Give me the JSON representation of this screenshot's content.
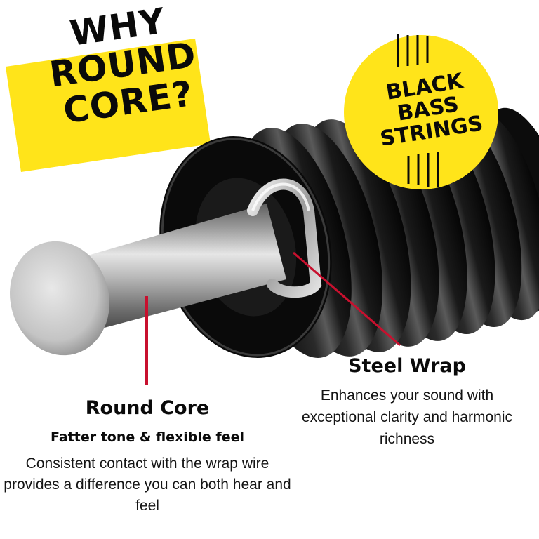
{
  "headline": {
    "lines": [
      "WHY",
      "ROUND",
      "CORE?"
    ]
  },
  "badge": {
    "lines": [
      "BLACK",
      "BASS",
      "STRINGS"
    ]
  },
  "callouts": {
    "round_core": {
      "title": "Round Core",
      "subtitle": "Fatter tone & flexible feel",
      "body": "Consistent contact with the wrap wire provides a difference you can both hear and feel"
    },
    "steel_wrap": {
      "title": "Steel Wrap",
      "body": "Enhances your sound with exceptional clarity and harmonic richness"
    }
  },
  "colors": {
    "accent_yellow": "#ffe41a",
    "pointer_red": "#c8102e",
    "wrap_black": "#111111",
    "core_steel": "#b8b8b8"
  }
}
